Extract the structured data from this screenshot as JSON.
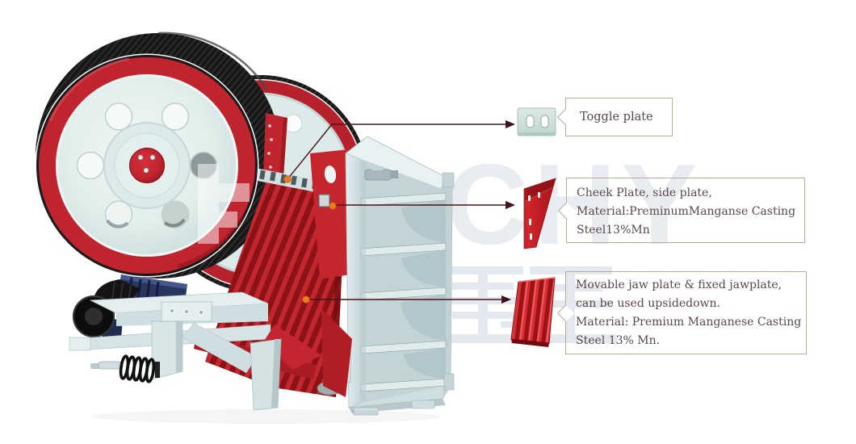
{
  "watermark": {
    "text": "CHY",
    "characters": "重工"
  },
  "callouts": [
    {
      "id": "toggle-plate",
      "icon": "toggle-plate-icon",
      "lines": [
        "Toggle plate"
      ]
    },
    {
      "id": "cheek-plate",
      "icon": "cheek-plate-icon",
      "lines": [
        "Cheek Plate, side plate,",
        "Material:PreminumManganse Casting",
        "Steel13%Mn"
      ]
    },
    {
      "id": "jaw-plate",
      "icon": "jaw-plate-icon",
      "lines": [
        "Movable jaw plate & fixed jawplate,",
        "can be used upsidedown.",
        "Material: Premium Manganese Casting",
        "Steel 13% Mn."
      ]
    }
  ],
  "colors": {
    "accent_red": "#c0242e",
    "dark_red": "#8e1318",
    "machine_mint": "#d5e3e4",
    "machine_navy": "#28365f",
    "pulley_black": "#181818",
    "leader_line": "#4a151a",
    "marker_orange": "#ec7b1e",
    "callout_border": "#b9ac96",
    "callout_text": "#5a4747",
    "watermark_gray": "#e7ebf1"
  }
}
